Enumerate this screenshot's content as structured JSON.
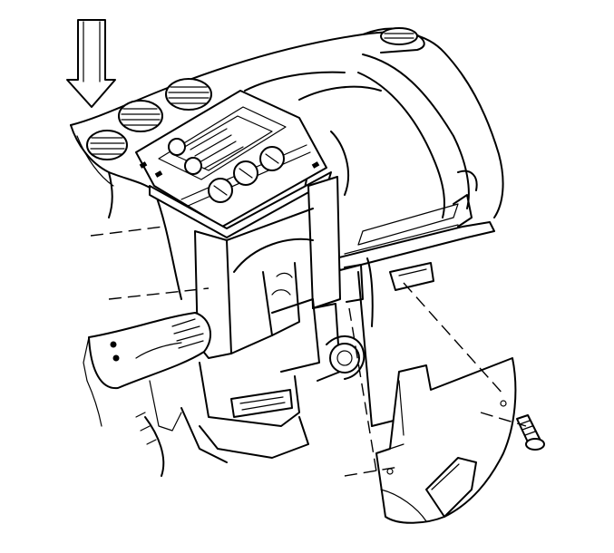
{
  "figure": {
    "type": "exploded line illustration",
    "colors": {
      "line": "#000000",
      "background": "#ffffff"
    },
    "components": [
      "direction-arrow-icon",
      "instrument-panel",
      "air-vent-icon",
      "radio-control-faceplate",
      "center-console-bracket",
      "glove-box-opening",
      "mounting-bracket",
      "bolt-icon",
      "screw-icon",
      "hand-icon",
      "lower-trim-panel"
    ]
  }
}
